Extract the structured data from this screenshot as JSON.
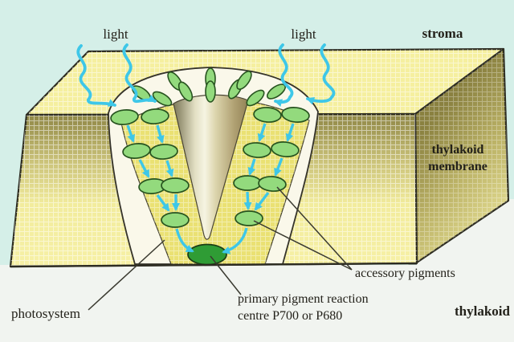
{
  "diagram": {
    "title_implied": "photosystem in thylakoid membrane",
    "labels": {
      "light_left": "light",
      "light_right": "light",
      "stroma": "stroma",
      "thylakoid_membrane": "thylakoid membrane",
      "accessory_pigments": "accessory pigments",
      "photosystem": "photosystem",
      "primary_reaction_centre": "primary pigment reaction centre P700 or P680",
      "thylakoid": "thylakoid"
    },
    "colors": {
      "background_top": "#d5efe8",
      "background_bottom": "#f1f4f0",
      "membrane_yellow": "#f5ef9f",
      "membrane_shadow_olive": "#8f8746",
      "funnel_white": "#faf8ea",
      "funnel_interior_yellow": "#eae173",
      "pigment_green": "#93da7d",
      "reaction_centre_green": "#2f9c35",
      "light_arrow_blue": "#3ec7e8",
      "outline_dark": "#2e2d22",
      "text": "#23211a"
    }
  }
}
